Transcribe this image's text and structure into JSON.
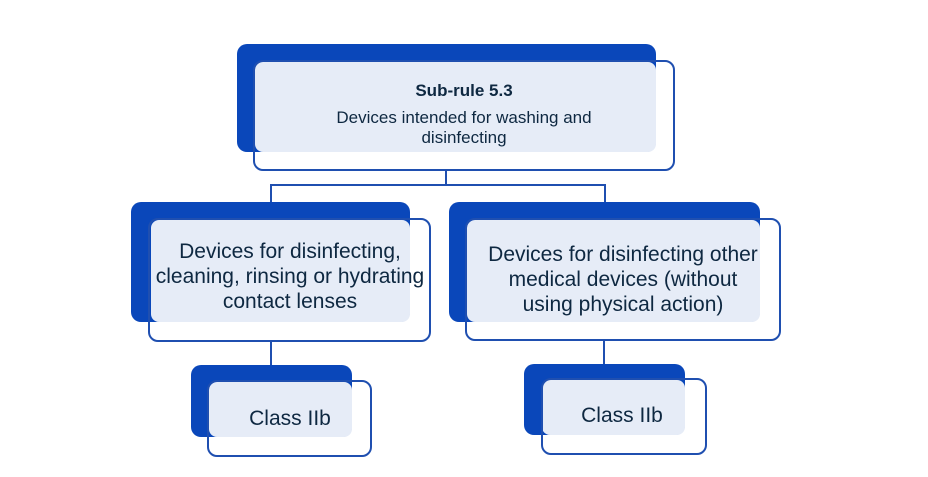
{
  "diagram": {
    "root": {
      "title": "Sub-rule 5.3",
      "description": "Devices intended for washing and disinfecting"
    },
    "children": [
      {
        "label": "Devices for disinfecting, cleaning, rinsing or hydrating contact lenses",
        "class_label": "Class IIb"
      },
      {
        "label": "Devices for disinfecting other medical devices (without using  physical action)",
        "class_label": "Class IIb"
      }
    ],
    "colors": {
      "box_back": "#0a47ba",
      "box_fill": "#e6ecf7",
      "outline": "#1f4fb0",
      "text": "#0e2841"
    }
  }
}
